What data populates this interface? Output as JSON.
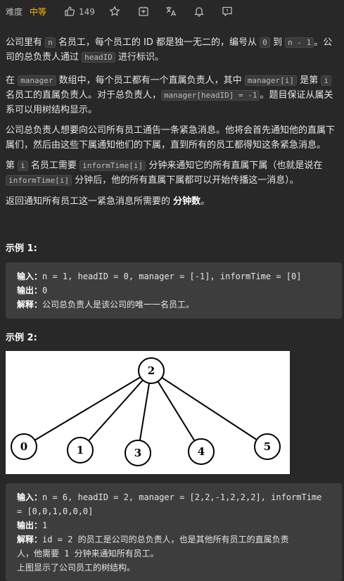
{
  "toolbar": {
    "difficulty_label": "难度",
    "difficulty_value": "中等",
    "likes": "149",
    "icons": [
      "thumbs-up-icon",
      "star-icon",
      "share-icon",
      "translate-icon",
      "bell-icon",
      "comment-icon"
    ]
  },
  "description": {
    "p1_a": "公司里有",
    "p1_n": "n",
    "p1_b": "名员工，每个员工的 ID 都是独一无二的，编号从",
    "p1_0": "0",
    "p1_c": "到",
    "p1_n1": "n - 1",
    "p1_d": "。公司的总负责人通过",
    "p1_head": "headID",
    "p1_e": "进行标识。",
    "p2_a": "在",
    "p2_manager": "manager",
    "p2_b": "数组中，每个员工都有一个直属负责人，其中",
    "p2_mi": "manager[i]",
    "p2_c": "是第",
    "p2_i": "i",
    "p2_d": "名员工的直属负责人。对于总负责人，",
    "p2_mh": "manager[headID] = -1",
    "p2_e": "。题目保证从属关系可以用树结构显示。",
    "p3": "公司总负责人想要向公司所有员工通告一条紧急消息。他将会首先通知他的直属下属们，然后由这些下属通知他们的下属，直到所有的员工都得知这条紧急消息。",
    "p4_a": "第",
    "p4_i": "i",
    "p4_b": "名员工需要",
    "p4_it": "informTime[i]",
    "p4_c": "分钟来通知它的所有直属下属（也就是说在",
    "p4_it2": "informTime[i]",
    "p4_d": "分钟后，他的所有直属下属都可以开始传播这一消息）。",
    "p5_a": "返回通知所有员工这一紧急消息所需要的",
    "p5_b": "分钟数",
    "p5_c": "。"
  },
  "examples": [
    {
      "title": "示例 1:",
      "input_label": "输入：",
      "input": "n = 1, headID = 0, manager = [-1], informTime = [0]",
      "output_label": "输出：",
      "output": "0",
      "explain_label": "解释：",
      "explain": "公司总负责人是该公司的唯一一名员工。"
    },
    {
      "title": "示例 2:",
      "input_label": "输入：",
      "input_line1": "n = 6, headID = 2, manager = [2,2,-1,2,2,2], informTime",
      "input_line2": "= [0,0,1,0,0,0]",
      "output_label": "输出：",
      "output": "1",
      "explain_label": "解释：",
      "explain_line1": "id = 2 的员工是公司的总负责人，也是其他所有员工的直属负责",
      "explain_line2": "人，他需要 1 分钟来通知所有员工。",
      "explain_line3": "上图显示了公司员工的树结构。"
    }
  ],
  "tree": {
    "root": "2",
    "children": [
      "0",
      "1",
      "3",
      "4",
      "5"
    ]
  }
}
